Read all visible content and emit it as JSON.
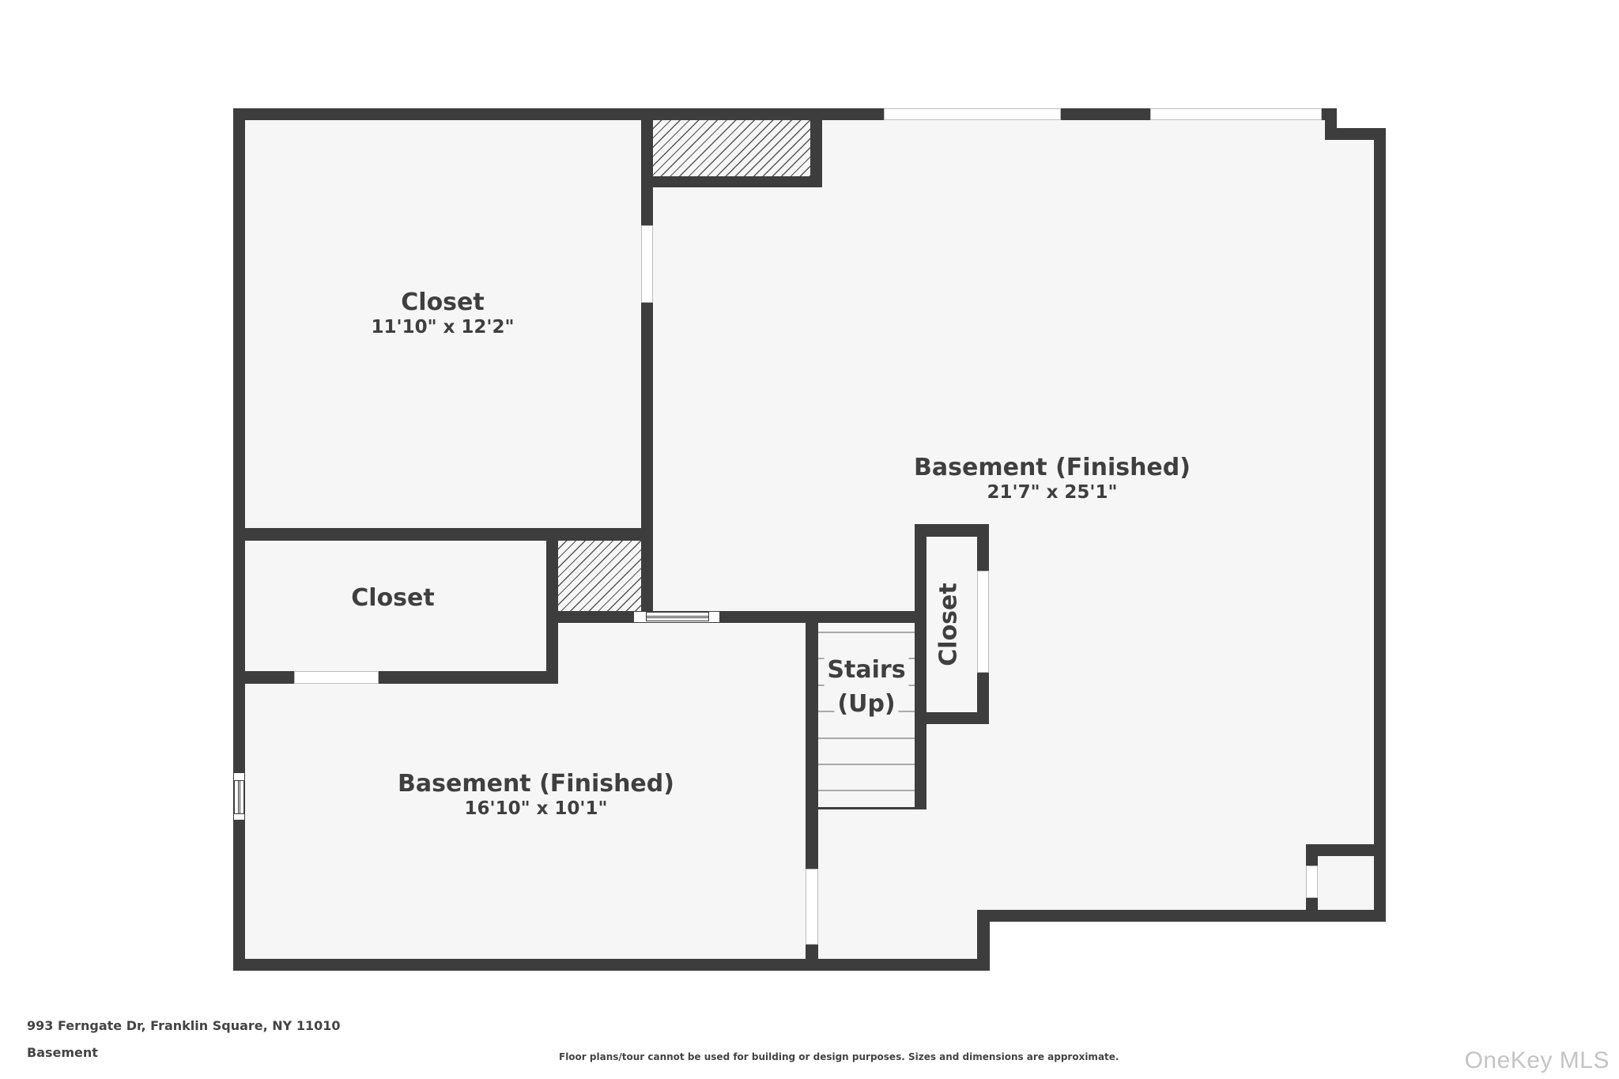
{
  "floorplan": {
    "level": "Basement",
    "colors": {
      "wall": "#3d3d3d",
      "floor": "#f6f6f6",
      "text": "#3f3f3f",
      "window": "#ffffff"
    },
    "rooms": [
      {
        "name": "Closet",
        "dimensions": "11'10\" x 12'2\""
      },
      {
        "name": "Closet"
      },
      {
        "name": "Basement (Finished)",
        "dimensions": "16'10\" x 10'1\""
      },
      {
        "name": "Basement (Finished)",
        "dimensions": "21'7\" x 25'1\""
      },
      {
        "name": "Closet"
      },
      {
        "name": "Stairs",
        "subname": "(Up)"
      }
    ]
  },
  "footer": {
    "address": "993 Ferngate Dr, Franklin Square, NY 11010",
    "level": "Basement",
    "disclaimer": "Floor plans/tour cannot be used for building or design purposes. Sizes and dimensions are approximate.",
    "watermark": "OneKey MLS"
  }
}
